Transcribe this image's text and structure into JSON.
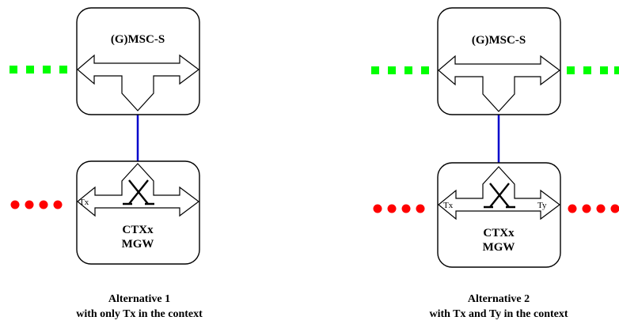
{
  "alternatives": [
    {
      "msc_label": "(G)MSC-S",
      "mgw_line1": "CTXx",
      "mgw_line2": "MGW",
      "term_x": "Tx",
      "term_y": "",
      "caption_line1": "Alternative 1",
      "caption_line2": "with only Tx in the context"
    },
    {
      "msc_label": "(G)MSC-S",
      "mgw_line1": "CTXx",
      "mgw_line2": "MGW",
      "term_x": "Tx",
      "term_y": "Ty",
      "caption_line1": "Alternative 2",
      "caption_line2": "with Tx and Ty in the context"
    }
  ],
  "colors": {
    "signalling_dots": "#00ff00",
    "bearer_dots": "#ff0000",
    "control_link": "#0000cc",
    "box_stroke": "#000000"
  }
}
